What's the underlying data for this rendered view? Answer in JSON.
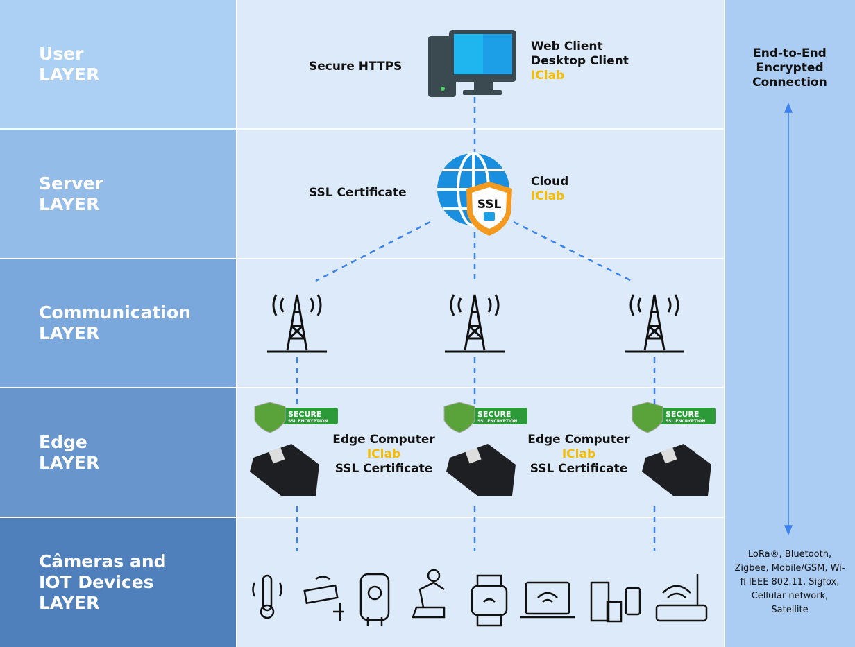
{
  "layers": [
    {
      "name": "User",
      "suffix": "LAYER",
      "color": "#acd0f3"
    },
    {
      "name": "Server",
      "suffix": "LAYER",
      "color": "#93bce8"
    },
    {
      "name": "Communication",
      "suffix": "LAYER",
      "color": "#7aa8dc"
    },
    {
      "name": "Edge",
      "suffix": "LAYER",
      "color": "#6795cc"
    },
    {
      "name": "Câmeras and IOT Devices",
      "suffix": "LAYER",
      "color": "#4f80bb"
    }
  ],
  "user": {
    "protocol": "Secure HTTPS",
    "clients": [
      "Web Client",
      "Desktop Client"
    ],
    "brand": "IClab"
  },
  "server": {
    "protocol": "SSL Certificate",
    "name": "Cloud",
    "brand": "IClab",
    "badge": "SSL"
  },
  "edge": {
    "badge_title": "SECURE",
    "badge_sub": "SSL ENCRYPTION",
    "label": "Edge Computer",
    "brand": "IClab",
    "cert": "SSL  Certificate"
  },
  "right": {
    "title": "End-to-End Encrypted Connection",
    "protocols": "LoRa®, Bluetooth, Zigbee, Mobile/GSM, Wi-fi IEEE 802.11, Sigfox, Cellular network, Satellite"
  },
  "devices": [
    "thermometer-icon",
    "security-camera-icon",
    "water-heater-icon",
    "robot-arm-icon",
    "smartwatch-icon",
    "laptop-wifi-icon",
    "smart-appliances-icon",
    "wifi-router-icon"
  ],
  "colors": {
    "brand": "#f5bd00",
    "line": "#3b82f0",
    "panel": "#dceaf9",
    "right_panel": "#abcdf3"
  }
}
